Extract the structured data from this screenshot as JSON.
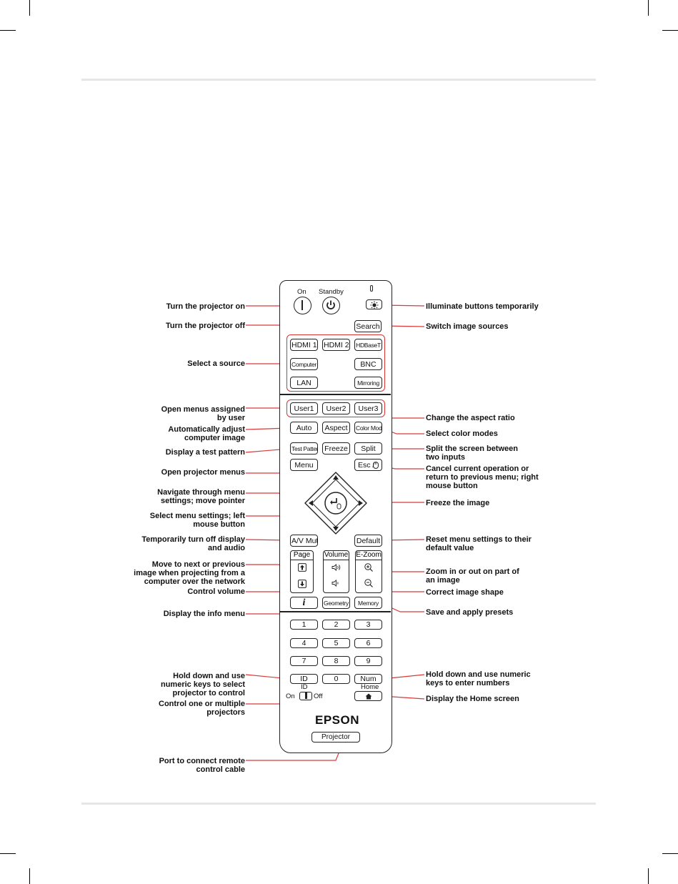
{
  "remote": {
    "top_labels": {
      "on": "On",
      "standby": "Standby"
    },
    "source_buttons": {
      "hdmi1": "HDMI 1",
      "hdmi2": "HDMI 2",
      "hdbaset": "HDBaseT",
      "computer": "Computer",
      "bnc": "BNC",
      "lan": "LAN",
      "mirroring": "Mirroring"
    },
    "search": "Search",
    "user_buttons": [
      "User1",
      "User2",
      "User3"
    ],
    "auto": "Auto",
    "aspect": "Aspect",
    "color_mode": "Color Mode",
    "test_pattern": "Test Pattern",
    "freeze": "Freeze",
    "split": "Split",
    "menu": "Menu",
    "esc": "Esc /",
    "av_mute": "A/V Mute",
    "default": "Default",
    "page": "Page",
    "volume": "Volume",
    "ezoom": "E-Zoom",
    "geometry": "Geometry",
    "memory": "Memory",
    "info": "i",
    "numbers": [
      "1",
      "2",
      "3",
      "4",
      "5",
      "6",
      "7",
      "8",
      "9"
    ],
    "id_button": "ID",
    "zero": "0",
    "num": "Num",
    "id_switch": {
      "label": "ID",
      "on": "On",
      "off": "Off"
    },
    "home": "Home",
    "brand": "EPSON",
    "projector": "Projector"
  },
  "callouts_left": {
    "turn_on": "Turn the projector on",
    "turn_off": "Turn the projector off",
    "select_source": "Select a source",
    "user_menus": "Open menus assigned\nby user",
    "auto_adjust": "Automatically adjust\ncomputer image",
    "test_pattern": "Display a test pattern",
    "open_menus": "Open projector menus",
    "navigate": "Navigate through menu\nsettings; move pointer",
    "select_settings": "Select menu settings; left\nmouse button",
    "av_mute": "Temporarily turn off display\nand audio",
    "page": "Move to next or previous\nimage when projecting from a\ncomputer over the network",
    "volume": "Control volume",
    "info": "Display the info menu",
    "id": "Hold down and use\nnumeric keys to select\nprojector to control",
    "id_switch": "Control one or multiple\nprojectors",
    "port": "Port to connect remote\ncontrol cable"
  },
  "callouts_right": {
    "illuminate": "Illuminate buttons temporarily",
    "switch_sources": "Switch image sources",
    "aspect": "Change the aspect ratio",
    "color_modes": "Select color modes",
    "split": "Split the screen between\ntwo inputs",
    "esc": "Cancel current operation or\nreturn to previous menu; right\nmouse button",
    "freeze": "Freeze the image",
    "default": "Reset menu settings to their\ndefault value",
    "ezoom": "Zoom in or out on part of\nan image",
    "geometry": "Correct image shape",
    "memory": "Save and apply presets",
    "num": "Hold down and use numeric\nkeys to enter numbers",
    "home": "Display the Home screen"
  },
  "colors": {
    "callout_line": "#d93a3a",
    "outline": "#222222"
  }
}
